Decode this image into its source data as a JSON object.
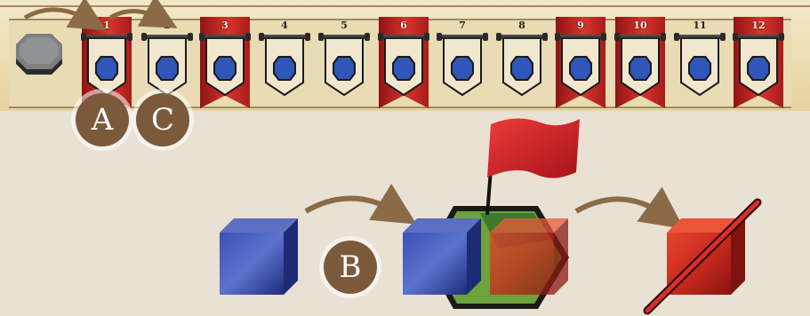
{
  "track": {
    "slots": [
      {
        "label": "1",
        "red": true
      },
      {
        "label": "2",
        "red": false
      },
      {
        "label": "3",
        "red": true
      },
      {
        "label": "4",
        "red": false
      },
      {
        "label": "5",
        "red": false
      },
      {
        "label": "6",
        "red": true
      },
      {
        "label": "7",
        "red": false
      },
      {
        "label": "8",
        "red": false
      },
      {
        "label": "9",
        "red": true
      },
      {
        "label": "10",
        "red": true
      },
      {
        "label": "11",
        "red": false
      },
      {
        "label": "12",
        "red": true
      }
    ]
  },
  "steps": {
    "a": "A",
    "c": "C",
    "b": "B"
  },
  "colors": {
    "red_banner": "#c42a25",
    "step_circle": "#7b5a3b",
    "blue_cube": "#2c3f8f",
    "red_cube": "#c0281e",
    "flag": "#d8262a",
    "arrow": "#8b6a47"
  }
}
